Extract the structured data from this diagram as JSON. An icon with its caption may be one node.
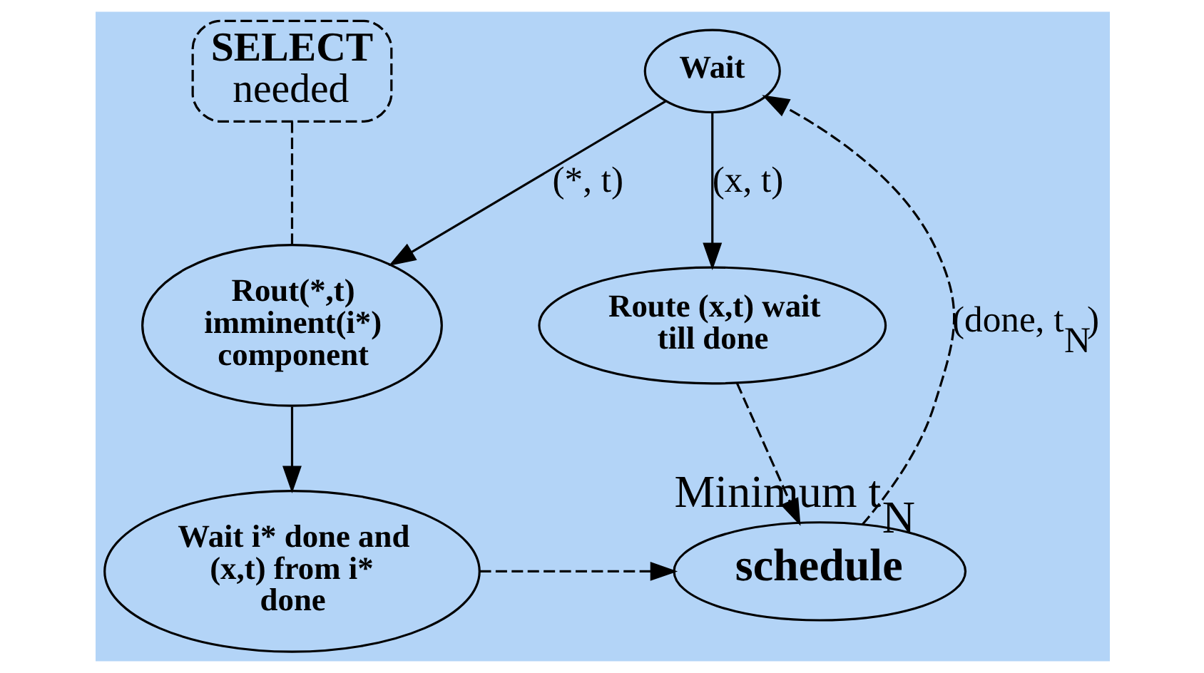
{
  "diagram": {
    "nodes": [
      {
        "text": [
          "Wait"
        ]
      },
      {
        "text": [
          "Route (x,t) wait till done"
        ]
      },
      {
        "text": [
          "schedule"
        ],
        "beside": [
          "Minimum t$_{N}$"
        ]
      },
      {
        "text": [
          "Rout(*,t) imminent(i*) component"
        ]
      },
      {
        "text": [
          "Wait i* done and (x,t) from i* done"
        ]
      },
      {
        "text": [
          "SELECT",
          "needed"
        ]
      }
    ],
    "edges": [
      {
        "from": 0,
        "to": 1,
        "arrow": "to",
        "label": "(x, t)"
      },
      {
        "from": 0,
        "to": 3,
        "arrow": "to",
        "label": "(*, t)"
      },
      {
        "from": 3,
        "to": 4,
        "arrow": "to"
      },
      {
        "from": 4,
        "to": 2,
        "arrow": "to",
        "style": "dashed"
      },
      {
        "from": 1,
        "to": 2,
        "arrow": "to",
        "style": "dashed"
      },
      {
        "from": 2,
        "to": 0,
        "arrow": "to",
        "style": "dashed",
        "label": "(done, t$_{N}$)"
      },
      {
        "from": 5,
        "to": 3,
        "arrow": "none",
        "style": "dashed"
      }
    ]
  }
}
